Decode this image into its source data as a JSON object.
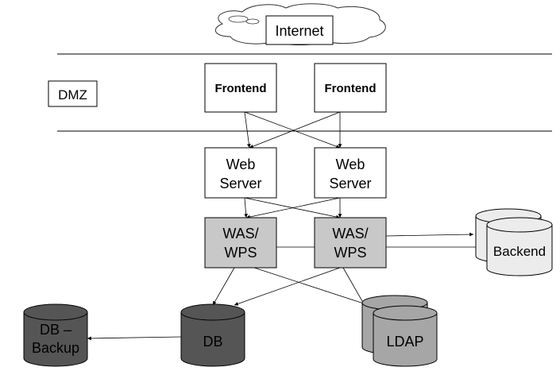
{
  "cloud": {
    "label": "Internet"
  },
  "zone": {
    "label": "DMZ"
  },
  "frontends": [
    {
      "label": "Frontend"
    },
    {
      "label": "Frontend"
    }
  ],
  "web_servers": [
    {
      "line1": "Web",
      "line2": "Server"
    },
    {
      "line1": "Web",
      "line2": "Server"
    }
  ],
  "app_servers": [
    {
      "line1": "WAS/",
      "line2": "WPS"
    },
    {
      "line1": "WAS/",
      "line2": "WPS"
    }
  ],
  "databases": {
    "backend": {
      "label": "Backend"
    },
    "db": {
      "label": "DB"
    },
    "ldap": {
      "label": "LDAP"
    },
    "backup": {
      "line1": "DB –",
      "line2": "Backup"
    }
  },
  "colors": {
    "app_server_fill": "#c8c8c8",
    "db_fill": "#555555",
    "ldap_fill": "#a6a6a6",
    "backend_fill": "#ececec"
  }
}
